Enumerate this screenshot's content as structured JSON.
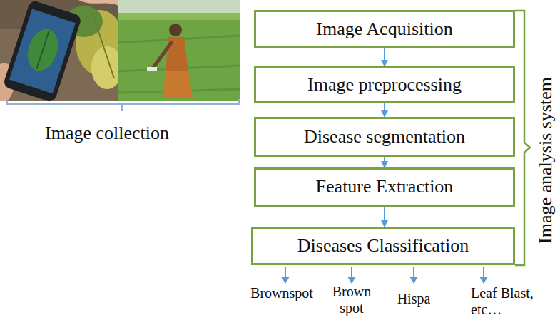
{
  "diagram": {
    "nodes": [
      {
        "text": [
          "Image Acquisition"
        ]
      },
      {
        "text": [
          "Image preprocessing"
        ]
      },
      {
        "text": [
          "Disease segmentation"
        ]
      },
      {
        "text": [
          "Feature Extraction"
        ]
      },
      {
        "text": [
          "Diseases Classification"
        ]
      }
    ],
    "edges": [
      {
        "from": 0,
        "to": 1,
        "arrow": "to"
      },
      {
        "from": 1,
        "to": 2,
        "arrow": "to"
      },
      {
        "from": 2,
        "to": 3,
        "arrow": "to"
      },
      {
        "from": 3,
        "to": 4,
        "arrow": "to"
      }
    ],
    "labels": [
      "Image collection",
      "Image analysis system",
      "Brownspot",
      "Brown spot",
      "Hispa",
      "Leaf Blast, etc…"
    ]
  }
}
